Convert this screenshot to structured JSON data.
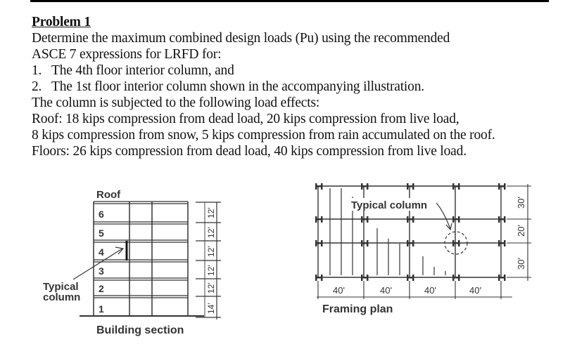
{
  "problem": {
    "title": "Problem 1",
    "intro_lines": [
      "Determine the maximum combined design loads (Pu) using the recommended",
      "ASCE 7 expressions for LRFD for:"
    ],
    "items": [
      {
        "num": "1.",
        "text": "The 4th floor interior column, and"
      },
      {
        "num": "2.",
        "text": "The 1st floor interior column shown in the accompanying illustration."
      }
    ],
    "load_lines": [
      "The column is subjected to the following load effects:",
      "Roof: 18 kips compression from dead load, 20 kips compression from live load,",
      "8 kips compression from snow, 5 kips compression from rain accumulated on the roof.",
      "Floors: 26 kips compression from dead load, 40 kips compression from live load."
    ]
  },
  "loads": {
    "roof": {
      "dead_kips": 18,
      "live_kips": 20,
      "snow_kips": 8,
      "rain_kips": 5
    },
    "floors": {
      "dead_kips": 26,
      "live_kips": 40
    }
  },
  "building_section": {
    "caption": "Building section",
    "roof_label": "Roof",
    "floor_labels": [
      "6",
      "5",
      "4",
      "3",
      "2",
      "1"
    ],
    "typical_column_label": [
      "Typical",
      "column"
    ],
    "story_heights": [
      "12'",
      "12'",
      "12'",
      "12'",
      "12'",
      "14'"
    ]
  },
  "framing_plan": {
    "caption": "Framing plan",
    "typical_column_label": "Typical column",
    "bay_widths": [
      "40'",
      "40'",
      "40'",
      "40'"
    ],
    "bay_depths": [
      "30'",
      "20'",
      "30'"
    ]
  }
}
